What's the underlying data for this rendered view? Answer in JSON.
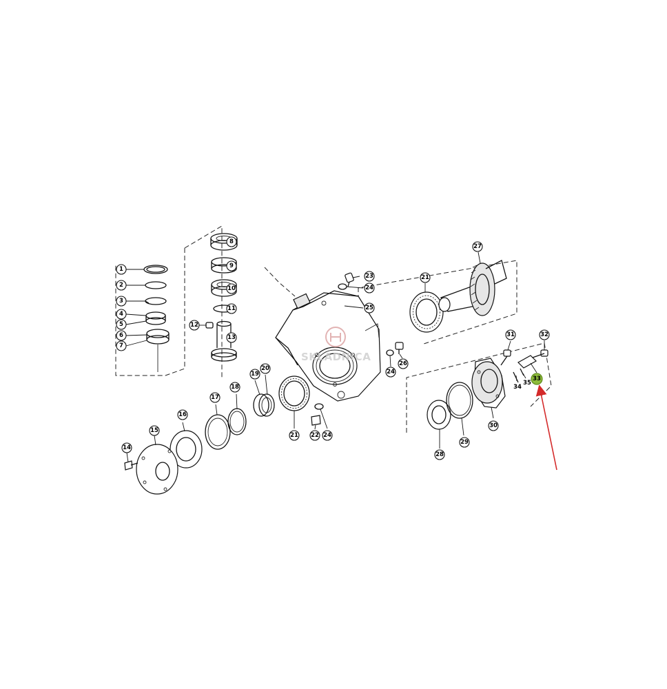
{
  "watermark": {
    "text": "SKLADNICA"
  },
  "highlight": {
    "label": "33",
    "color": "#8dbb3a",
    "arrow_color": "#d42a2a"
  },
  "callouts": {
    "p1": "1",
    "p2": "2",
    "p3": "3",
    "p4": "4",
    "p5": "5",
    "p6": "6",
    "p7": "7",
    "p8": "8",
    "p9": "9",
    "p10": "10",
    "p11": "11",
    "p12": "12",
    "p13": "13",
    "p14": "14",
    "p15": "15",
    "p16": "16",
    "p17": "17",
    "p18": "18",
    "p19": "19",
    "p20": "20",
    "p21a": "21",
    "p21b": "21",
    "p22": "22",
    "p23": "23",
    "p24a": "24",
    "p24b": "24",
    "p24c": "24",
    "p25": "25",
    "p26": "26",
    "p27": "27",
    "p28": "28",
    "p29": "29",
    "p30": "30",
    "p31": "31",
    "p32": "32",
    "p34": "34",
    "p35": "35"
  }
}
